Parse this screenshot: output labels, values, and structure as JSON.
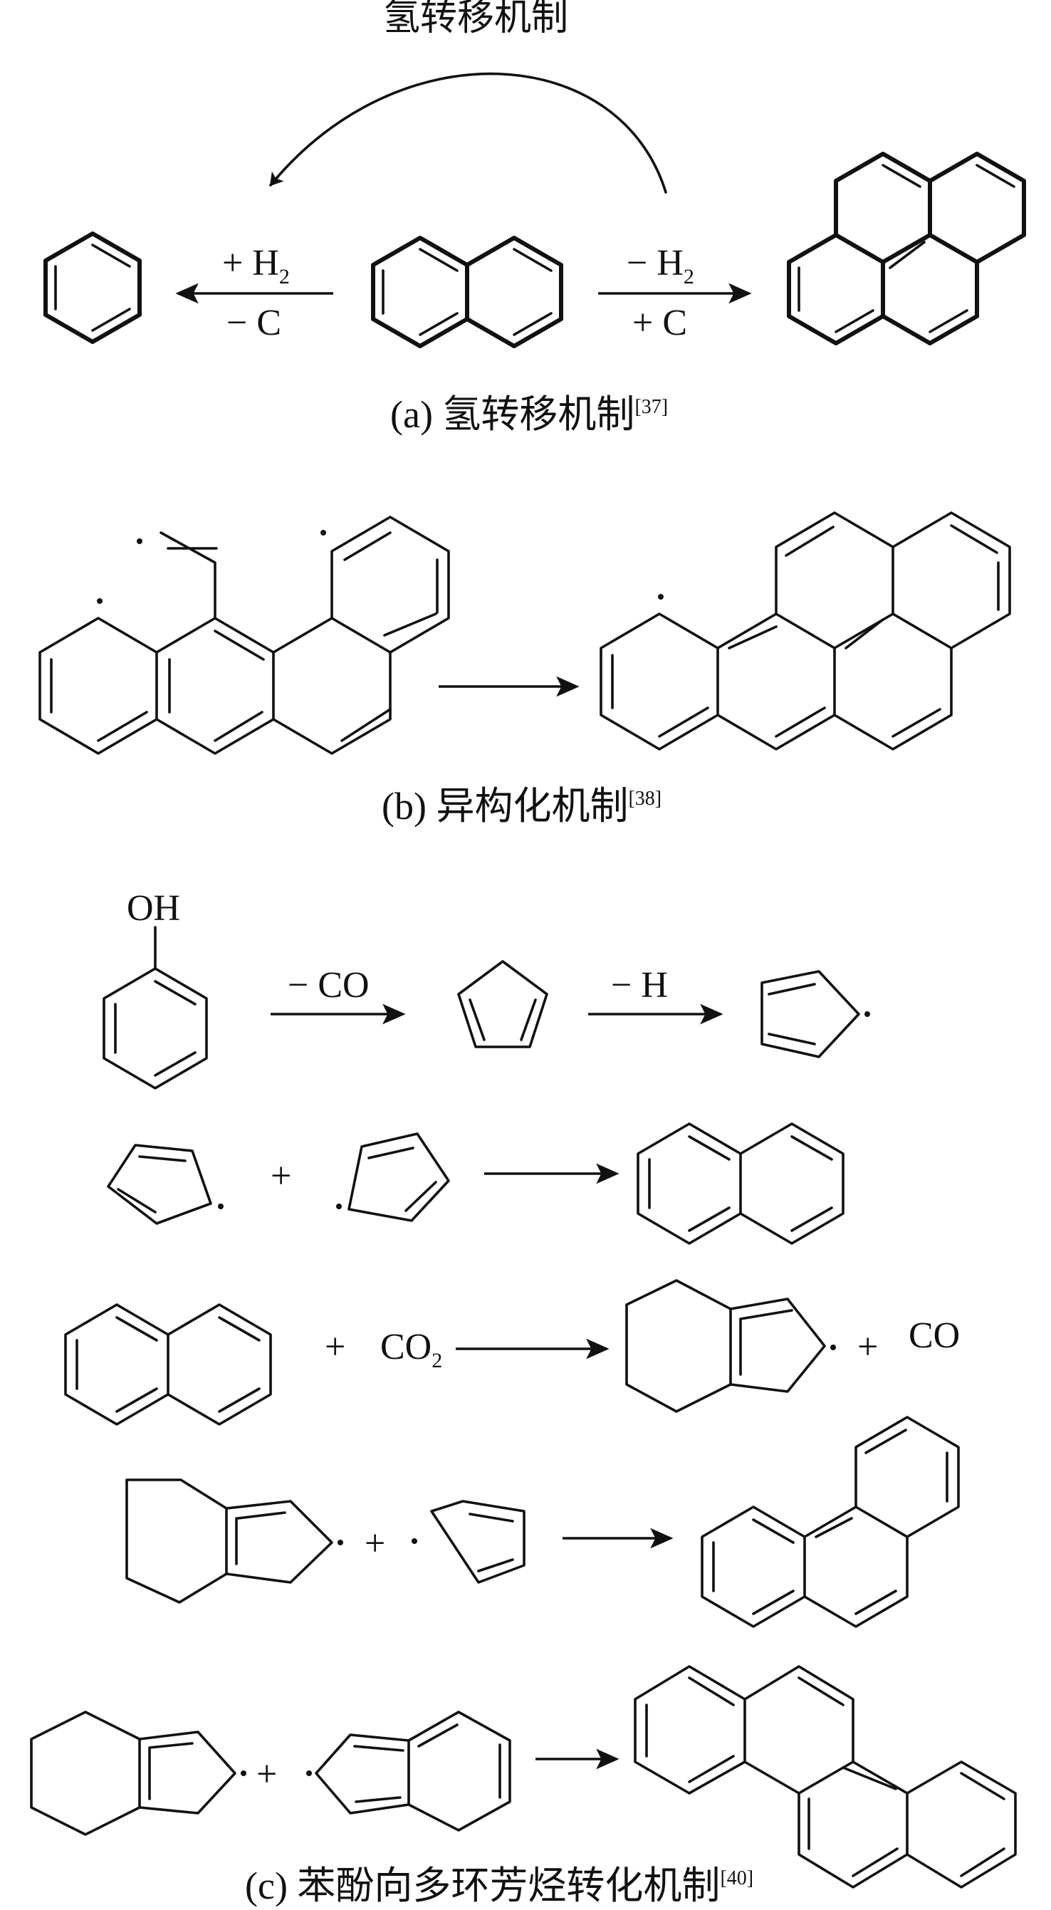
{
  "panel_a": {
    "top_label": "氢转移机制",
    "left_arrow_top": "+ H",
    "left_arrow_top_sub": "2",
    "left_arrow_bottom": "− C",
    "right_arrow_top": "− H",
    "right_arrow_top_sub": "2",
    "right_arrow_bottom": "+ C",
    "caption": "(a) 氢转移机制",
    "caption_ref": "[37]"
  },
  "panel_b": {
    "caption": "(b) 异构化机制",
    "caption_ref": "[38]"
  },
  "panel_c": {
    "oh_label": "OH",
    "arrow1_label": "− CO",
    "arrow2_label": "− H",
    "plus": "+",
    "co2_label": "CO",
    "co2_sub": "2",
    "co_label": "CO",
    "caption": "(c) 苯酚向多环芳烃转化机制",
    "caption_ref": "[40]"
  },
  "colors": {
    "ink": "#111111",
    "background": "#ffffff"
  }
}
